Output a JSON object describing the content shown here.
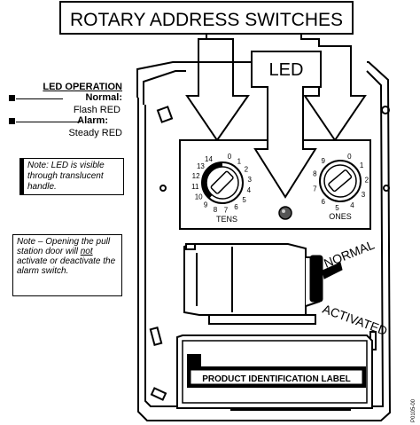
{
  "callouts": {
    "rotary_switches": "ROTARY ADDRESS SWITCHES",
    "led": "LED"
  },
  "led_operation": {
    "heading": "LED OPERATION",
    "normal_label": "Normal:",
    "normal_value": "Flash RED",
    "alarm_label": "Alarm:",
    "alarm_value": "Steady RED"
  },
  "notes": {
    "led_visible": "Note: LED is visible through translucent handle.",
    "door_prefix": "Note – Opening the pull station door will ",
    "door_not": "not",
    "door_suffix": " activate or deactivate the alarm switch."
  },
  "tens_dial": {
    "label": "TENS",
    "numbers": [
      "0",
      "1",
      "2",
      "3",
      "4",
      "5",
      "6",
      "7",
      "8",
      "9",
      "10",
      "11",
      "12",
      "13",
      "14"
    ]
  },
  "ones_dial": {
    "label": "ONES",
    "numbers": [
      "0",
      "1",
      "2",
      "3",
      "4",
      "5",
      "6",
      "7",
      "8",
      "9"
    ]
  },
  "switch": {
    "normal": "NORMAL",
    "activated": "ACTIVATED"
  },
  "product_label": "PRODUCT IDENTIFICATION LABEL",
  "figure_id": "P0105-00"
}
